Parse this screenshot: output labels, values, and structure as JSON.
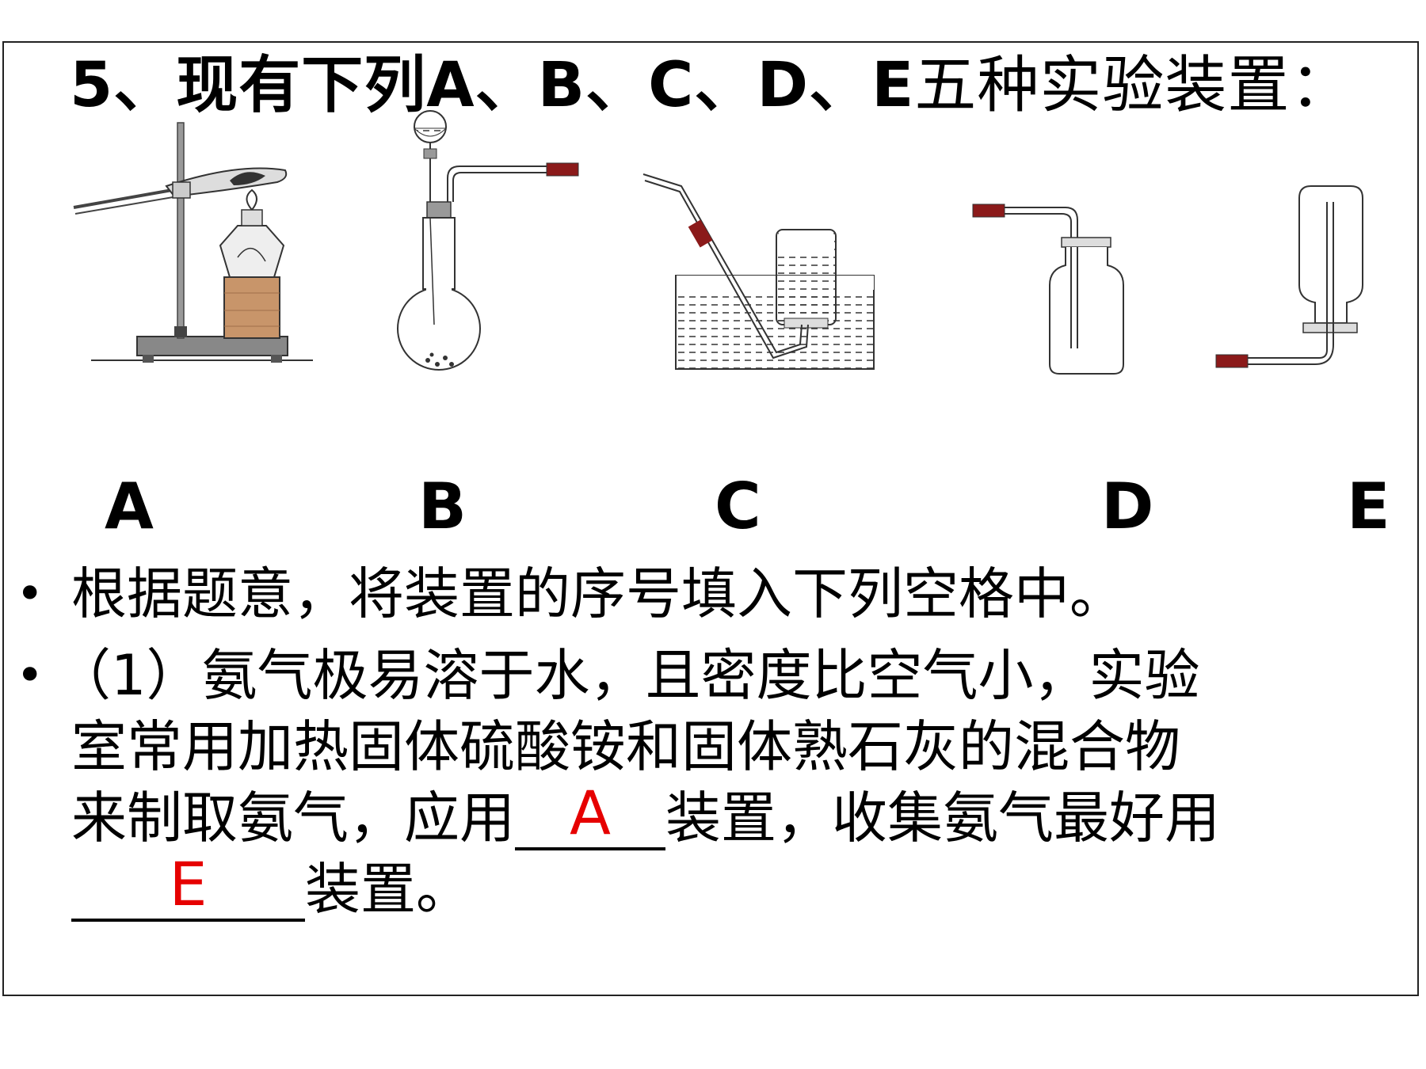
{
  "title": {
    "number": "5、现有下列",
    "labels": "A、B、C、D、E",
    "rest": "五种实验装置："
  },
  "apparatus_letters": [
    "A",
    "B",
    "C",
    "D",
    "E"
  ],
  "instruction": "根据题意，将装置的序号填入下列空格中。",
  "bullet_symbol": "•",
  "question": {
    "line1": "（1）氨气极易溶于水，且密度比空气小，实验",
    "line2": "室常用加热固体硫酸铵和固体熟石灰的混合物",
    "line3_before": "来制取氨气，应用",
    "answer1": "A",
    "line3_after": "装置，收集氨气最好用",
    "answer2": "E",
    "line4_after": "装置。"
  },
  "colors": {
    "answer": "#e60000",
    "stopper": "#8b1a1a",
    "wood": "#c8956a"
  }
}
